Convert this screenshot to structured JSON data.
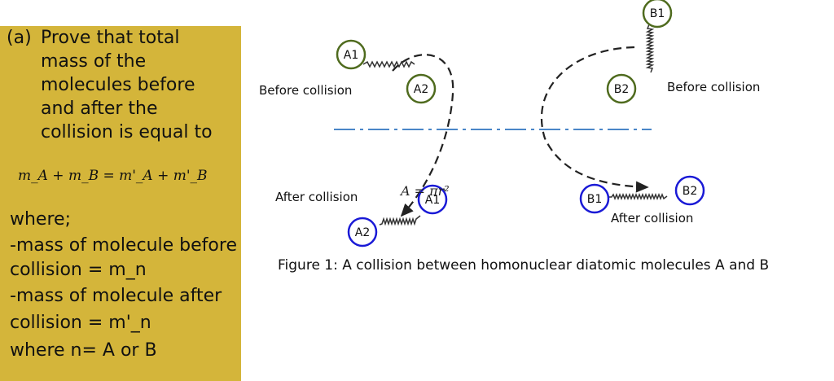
{
  "left_panel": {
    "q_prefix": "(a)",
    "q_lines": [
      "Prove that total",
      "mass of the",
      "molecules before",
      "and after the",
      "collision is equal to"
    ],
    "equation": "m_A + m_B = m'_A + m'_B",
    "where_lines": [
      "where;",
      "-mass of molecule before",
      "collision = m_n",
      "-mass of molecule after",
      "collision = m'_n",
      "where n= A or B"
    ]
  },
  "diagram": {
    "label_before_left": "Before collision",
    "label_before_right": "Before collision",
    "label_after_left": "After collision",
    "label_after_right": "After collision",
    "atoms": {
      "a1": "A1",
      "a2": "A2",
      "b1": "B1",
      "b2": "B2"
    },
    "overlay_formula": "A = πr²",
    "colors": {
      "before_atom": "#4f6b1e",
      "after_atom": "#1a1ad6",
      "axis_line": "#4a86c8",
      "panel": "#d4b53a"
    }
  },
  "caption": "Figure 1: A collision between homonuclear diatomic molecules A and B"
}
